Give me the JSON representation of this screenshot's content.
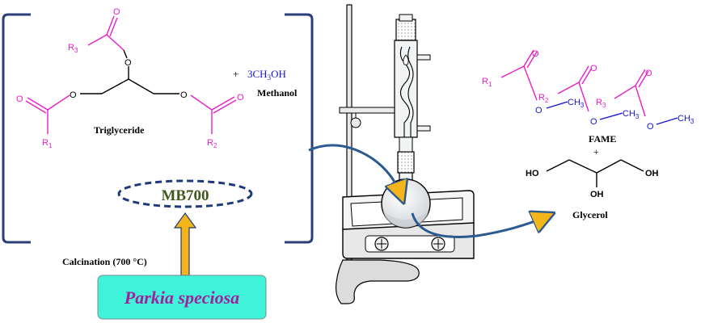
{
  "colors": {
    "bracket": "#2b3d7a",
    "magenta": "#e81ec8",
    "blue": "#1616d6",
    "green": "#3f5a1c",
    "ellipse_dash": "#1e3a78",
    "arrow_gold": "#f3b51a",
    "teal_box": "#3ff2da",
    "species_text": "#a0229a",
    "flow_arrow": "#2a5a8f"
  },
  "triglyceride": {
    "name": "Triglyceride",
    "r1": "R",
    "r1_sub": "1",
    "r2": "R",
    "r2_sub": "2",
    "r3": "R",
    "r3_sub": "3",
    "oxygen": "O"
  },
  "methanol": {
    "plus": "+",
    "formula_pre": "3CH",
    "formula_sub": "3",
    "formula_post": "OH",
    "name": "Methanol"
  },
  "catalyst": {
    "name": "MB700"
  },
  "process": {
    "step_label": "Calcination (700 °C)",
    "source": "Parkia speciosa"
  },
  "fame": {
    "name": "FAME",
    "plus": "+",
    "r1": "R",
    "r1_sub": "1",
    "r2": "R",
    "r2_sub": "2",
    "r3": "R",
    "r3_sub": "3",
    "oxygen": "O",
    "methyl": "CH",
    "methyl_sub": "3"
  },
  "glycerol": {
    "name": "Glycerol",
    "oh": "OH",
    "ho": "HO"
  }
}
